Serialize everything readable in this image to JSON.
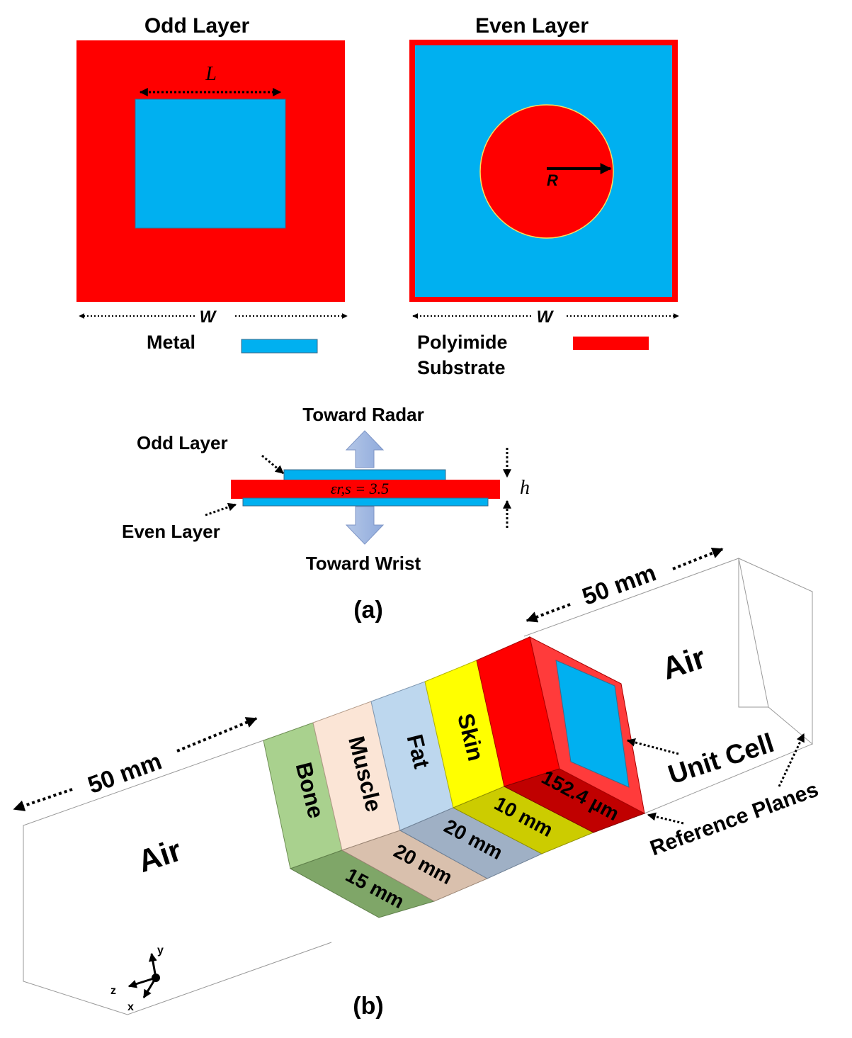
{
  "panel_a": {
    "odd_layer": {
      "title": "Odd Layer",
      "dim_L": "L",
      "dim_W": "W"
    },
    "even_layer": {
      "title": "Even Layer",
      "dim_R": "R",
      "dim_W": "W"
    },
    "legend": {
      "metal_label": "Metal",
      "substrate_label_line1": "Polyimide",
      "substrate_label_line2": "Substrate"
    },
    "cross_section": {
      "toward_radar": "Toward Radar",
      "toward_wrist": "Toward Wrist",
      "odd_layer_label": "Odd Layer",
      "even_layer_label": "Even Layer",
      "permittivity": "εr,s = 3.5",
      "thickness_label": "h"
    },
    "caption": "(a)"
  },
  "panel_b": {
    "air_left": "Air",
    "air_right": "Air",
    "dim_left": "50 mm",
    "dim_right": "50 mm",
    "layers": [
      {
        "name": "Bone",
        "thickness": "15 mm"
      },
      {
        "name": "Muscle",
        "thickness": "20 mm"
      },
      {
        "name": "Fat",
        "thickness": "20 mm"
      },
      {
        "name": "Skin",
        "thickness": "10 mm"
      }
    ],
    "substrate_thickness": "152.4 µm",
    "unit_cell_label": "Unit Cell",
    "reference_planes_label": "Reference Planes",
    "axes": {
      "x": "x",
      "y": "y",
      "z": "z"
    },
    "caption": "(b)"
  },
  "colors": {
    "metal": "#00b0f0",
    "substrate": "#ff0000",
    "bone": "#a9d18e",
    "muscle": "#fbe5d6",
    "fat": "#bdd7ee",
    "skin": "#ffff00"
  }
}
